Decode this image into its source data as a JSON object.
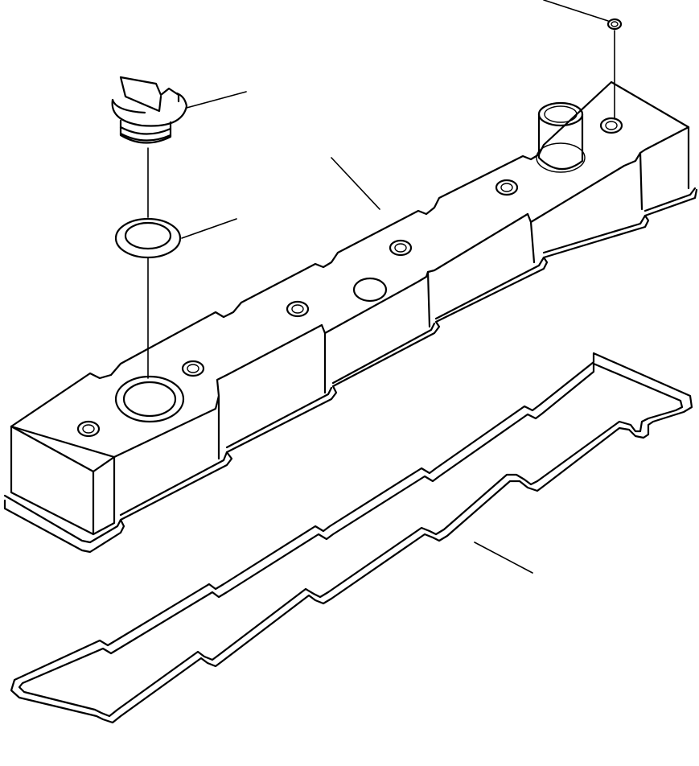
{
  "figure": {
    "kind": "exploded parts drawing",
    "labels": []
  },
  "parts": [
    {
      "name": "oil-filler-cap"
    },
    {
      "name": "o-ring-seal"
    },
    {
      "name": "valve-cover"
    },
    {
      "name": "valve-cover-gasket"
    },
    {
      "name": "small-washer"
    }
  ],
  "colors": {
    "line": "#000000",
    "background": "#ffffff"
  }
}
